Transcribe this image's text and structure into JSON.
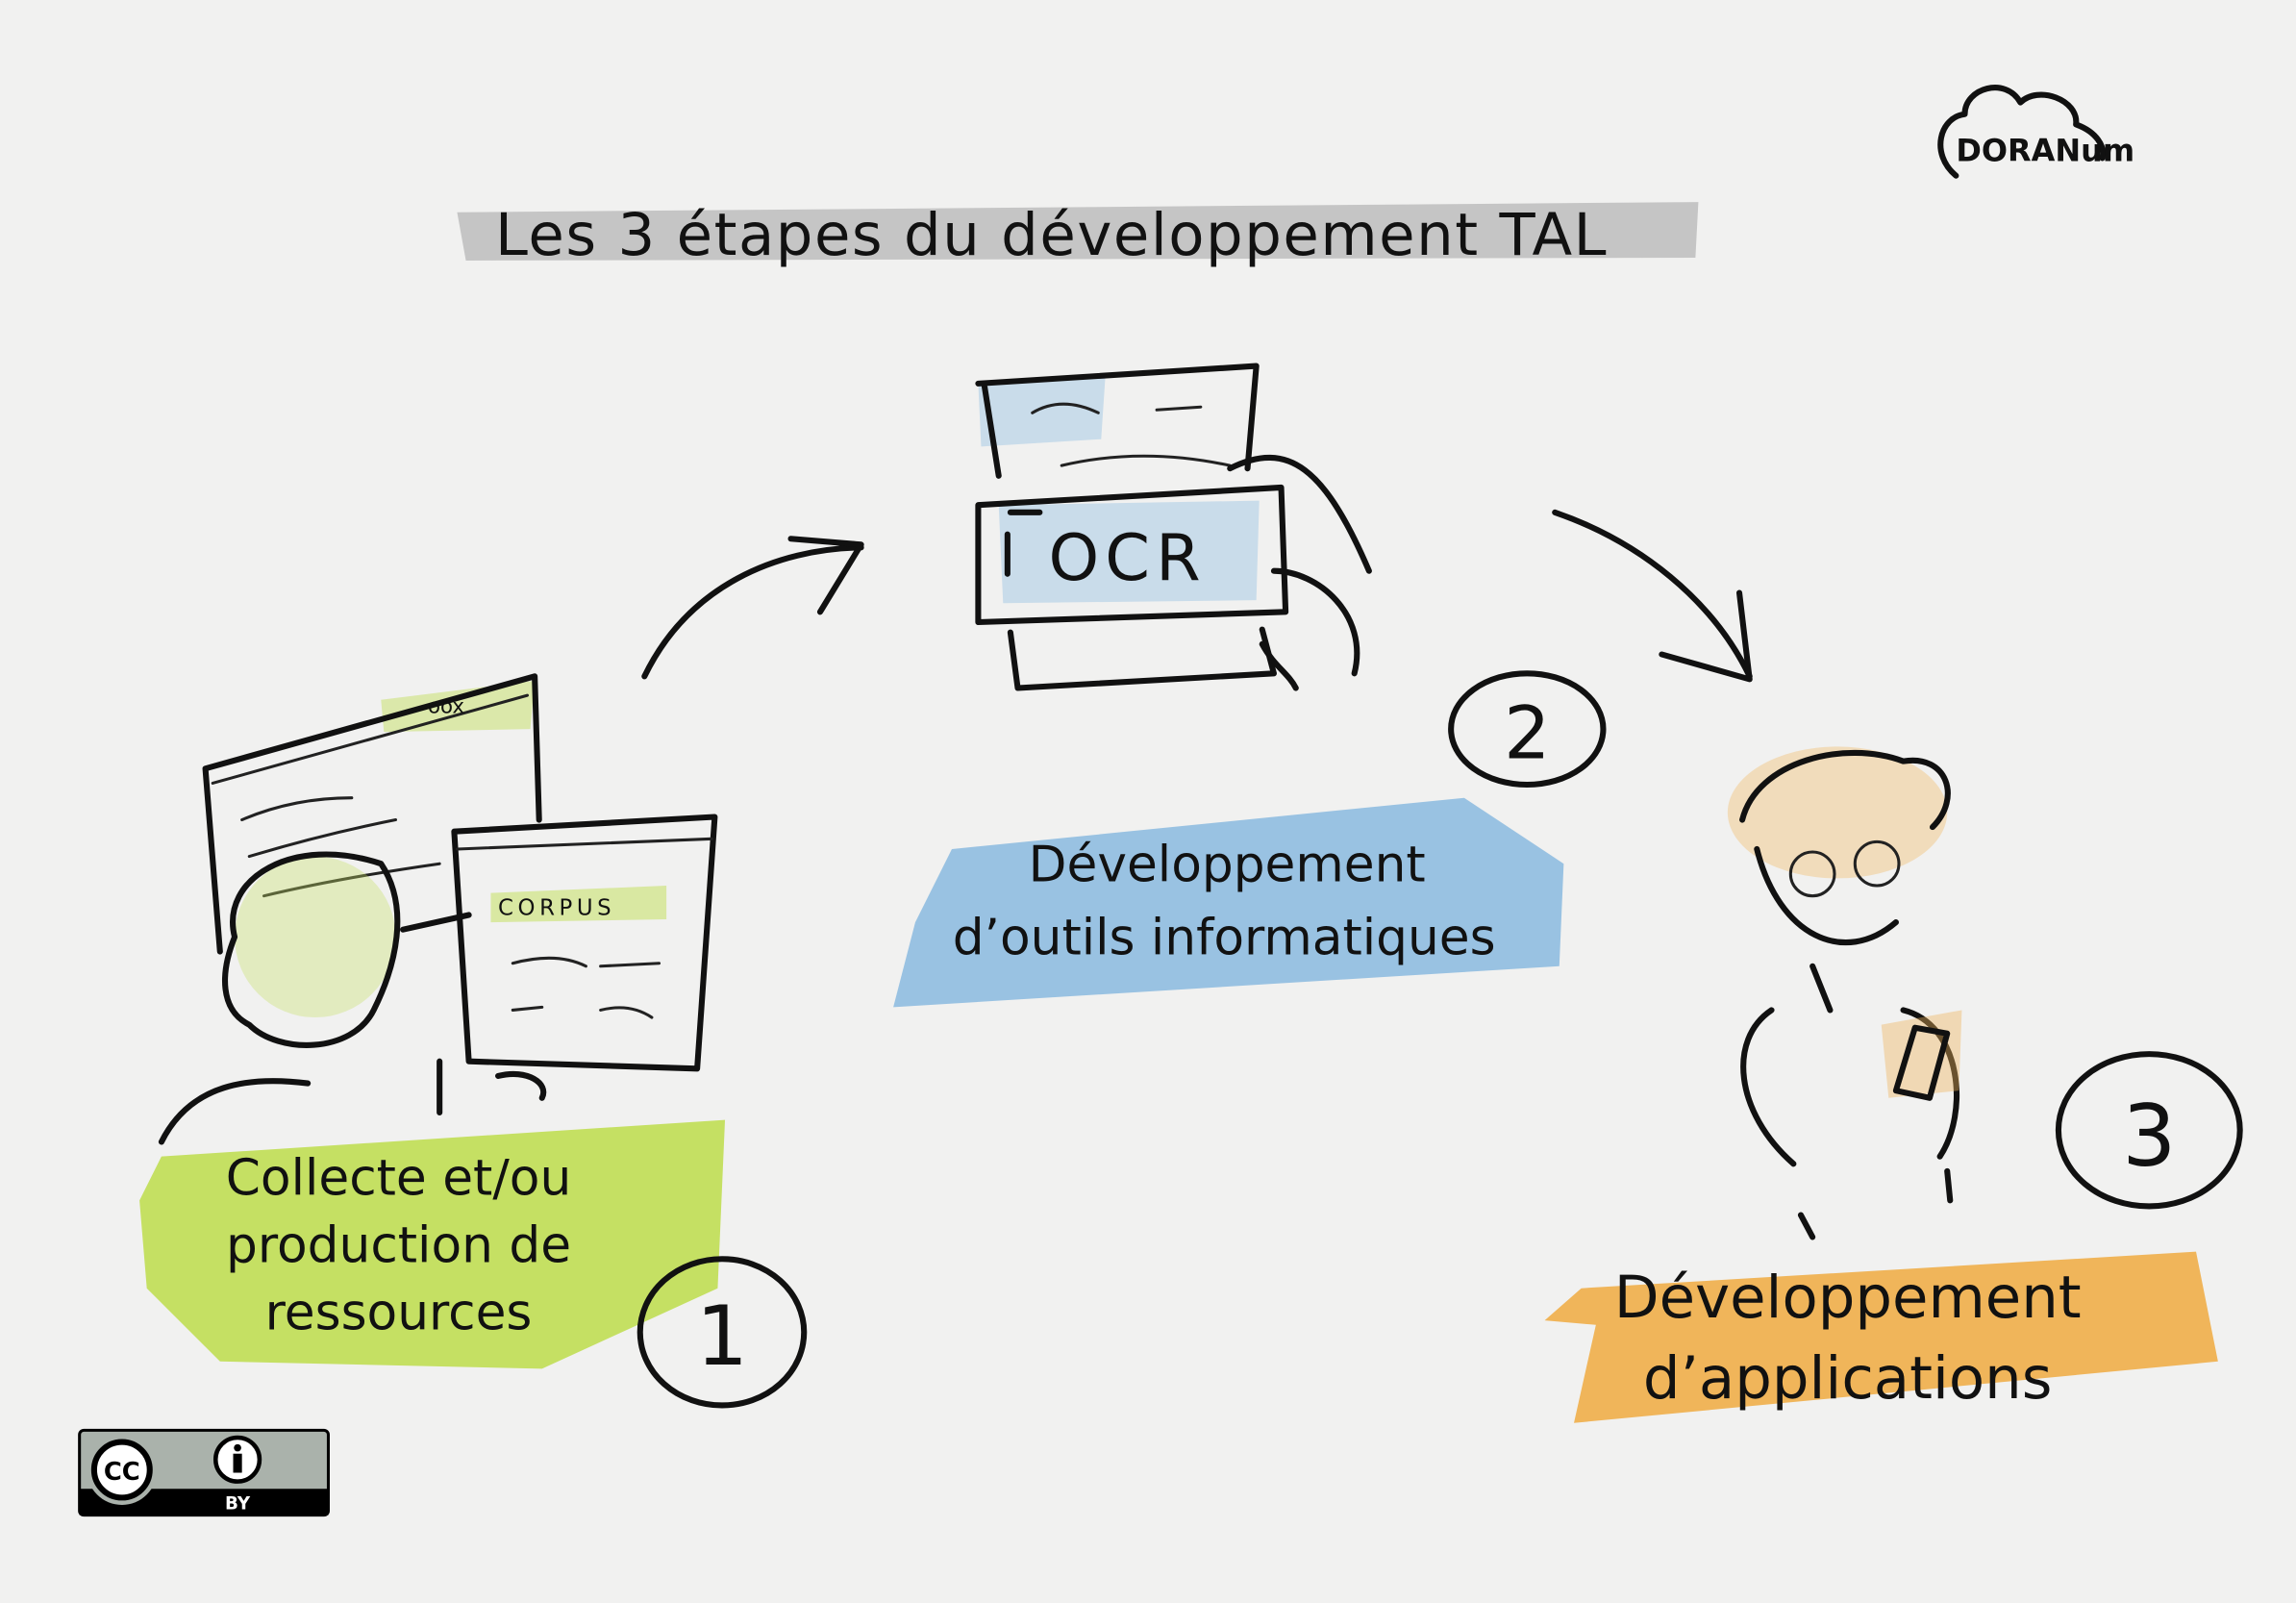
{
  "title": "Les 3 étapes du développement TAL",
  "logo": {
    "text": "DORANum"
  },
  "license": {
    "cc": "CC",
    "by": "BY"
  },
  "steps": [
    {
      "number": "1",
      "label_lines": [
        "Collecte et/ou",
        "production de",
        "ressources"
      ],
      "color": "#c5e063",
      "window_text": "oox",
      "corpus_text": "CORPUS"
    },
    {
      "number": "2",
      "label_lines": [
        "Développement",
        "d’outils informatiques"
      ],
      "color": "#8fbde0",
      "ocr_text": "OCR"
    },
    {
      "number": "3",
      "label_lines": [
        "Développement",
        "d’applications"
      ],
      "color": "#f0b55a"
    }
  ],
  "colors": {
    "background": "#f1f1f0",
    "title_band": "#bdbdbd",
    "ink": "#111111"
  }
}
